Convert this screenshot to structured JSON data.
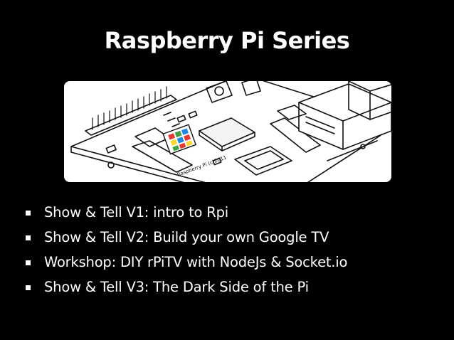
{
  "slide": {
    "title": "Raspberry Pi Series",
    "board_label": "Raspberry Pi (c)2011",
    "bullets": [
      {
        "text": "Show & Tell V1: intro to Rpi"
      },
      {
        "text": "Show & Tell V2: Build your own Google TV"
      },
      {
        "text": "Workshop: DIY rPiTV with NodeJs & Socket.io"
      },
      {
        "text": "Show & Tell V3: The Dark Side of the Pi"
      }
    ]
  },
  "colors": {
    "background": "#000000",
    "text": "#ffffff",
    "logo": [
      "#e53935",
      "#43a047",
      "#1e88e5",
      "#fdd835"
    ]
  }
}
